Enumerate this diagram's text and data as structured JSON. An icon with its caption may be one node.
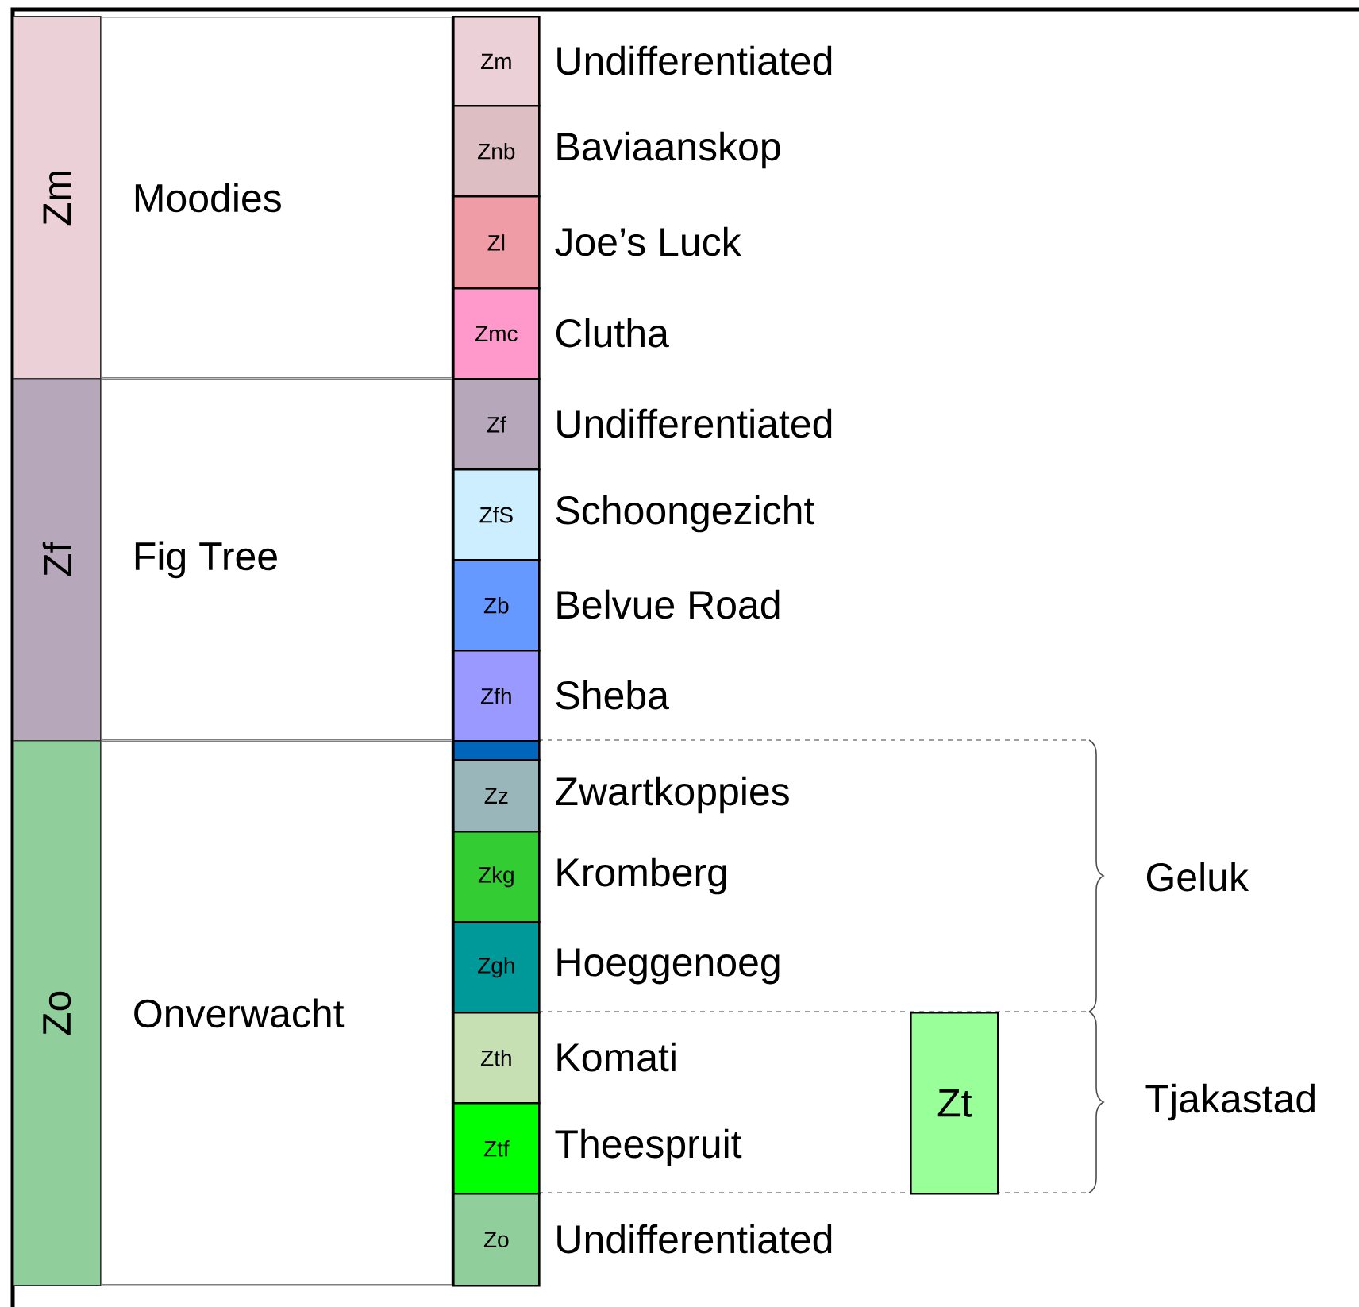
{
  "diagram": {
    "nodes": [
      {
        "text": [
          "Zm"
        ]
      },
      {
        "text": [
          "Moodies"
        ]
      },
      {
        "text": [
          "Zm"
        ],
        "beside": [
          "Undifferentiated"
        ]
      },
      {
        "text": [
          "Znb"
        ],
        "beside": [
          "Baviaanskop"
        ]
      },
      {
        "text": [
          "Zl"
        ],
        "beside": [
          "Joe’s Luck"
        ]
      },
      {
        "text": [
          "Zmc"
        ],
        "beside": [
          "Clutha"
        ]
      },
      {
        "text": [
          "Zf"
        ]
      },
      {
        "text": [
          "Fig Tree"
        ]
      },
      {
        "text": [
          "Zf"
        ],
        "beside": [
          "Undifferentiated"
        ]
      },
      {
        "text": [
          "ZfS"
        ],
        "beside": [
          "Schoongezicht"
        ]
      },
      {
        "text": [
          "Zb"
        ],
        "beside": [
          "Belvue Road"
        ]
      },
      {
        "text": [
          "Zfh"
        ],
        "beside": [
          "Sheba"
        ]
      },
      {
        "text": [
          "Zo"
        ]
      },
      {
        "text": [
          "Onverwacht"
        ]
      },
      {
        "text": [],
        "shape": "box"
      },
      {
        "text": [
          "Zz"
        ],
        "beside": [
          "Zwartkoppies"
        ]
      },
      {
        "text": [
          "Zkg"
        ],
        "beside": [
          "Kromberg"
        ]
      },
      {
        "text": [
          "Zgh"
        ],
        "beside": [
          "Hoeggenoeg"
        ]
      },
      {
        "text": [
          "Zth"
        ],
        "beside": [
          "Komati"
        ]
      },
      {
        "text": [
          "Ztf"
        ],
        "beside": [
          "Theespruit"
        ]
      },
      {
        "text": [
          "Zo"
        ],
        "beside": [
          "Undifferentiated"
        ]
      },
      {
        "text": [
          "Zt"
        ]
      }
    ],
    "labels": [
      "Geluk",
      "Tjakastad"
    ]
  }
}
